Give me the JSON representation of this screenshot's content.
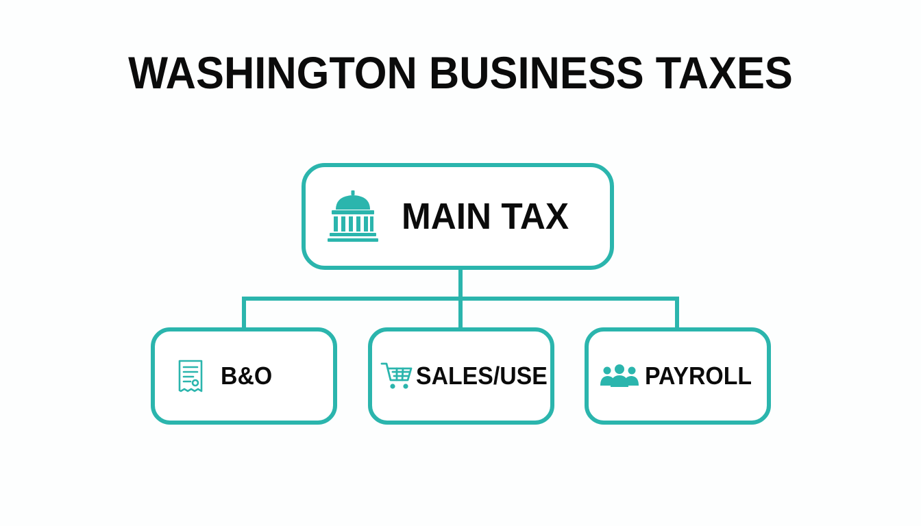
{
  "title": "WASHINGTON BUSINESS TAXES",
  "colors": {
    "accent": "#2bb5ad",
    "text": "#0b0b0b",
    "background": "#ffffff"
  },
  "root": {
    "label": "MAIN TAX",
    "icon": "capitol-building-icon"
  },
  "children": [
    {
      "label": "B&O",
      "icon": "receipt-icon"
    },
    {
      "label": "SALES/USE",
      "icon": "shopping-cart-icon"
    },
    {
      "label": "PAYROLL",
      "icon": "people-group-icon"
    }
  ]
}
